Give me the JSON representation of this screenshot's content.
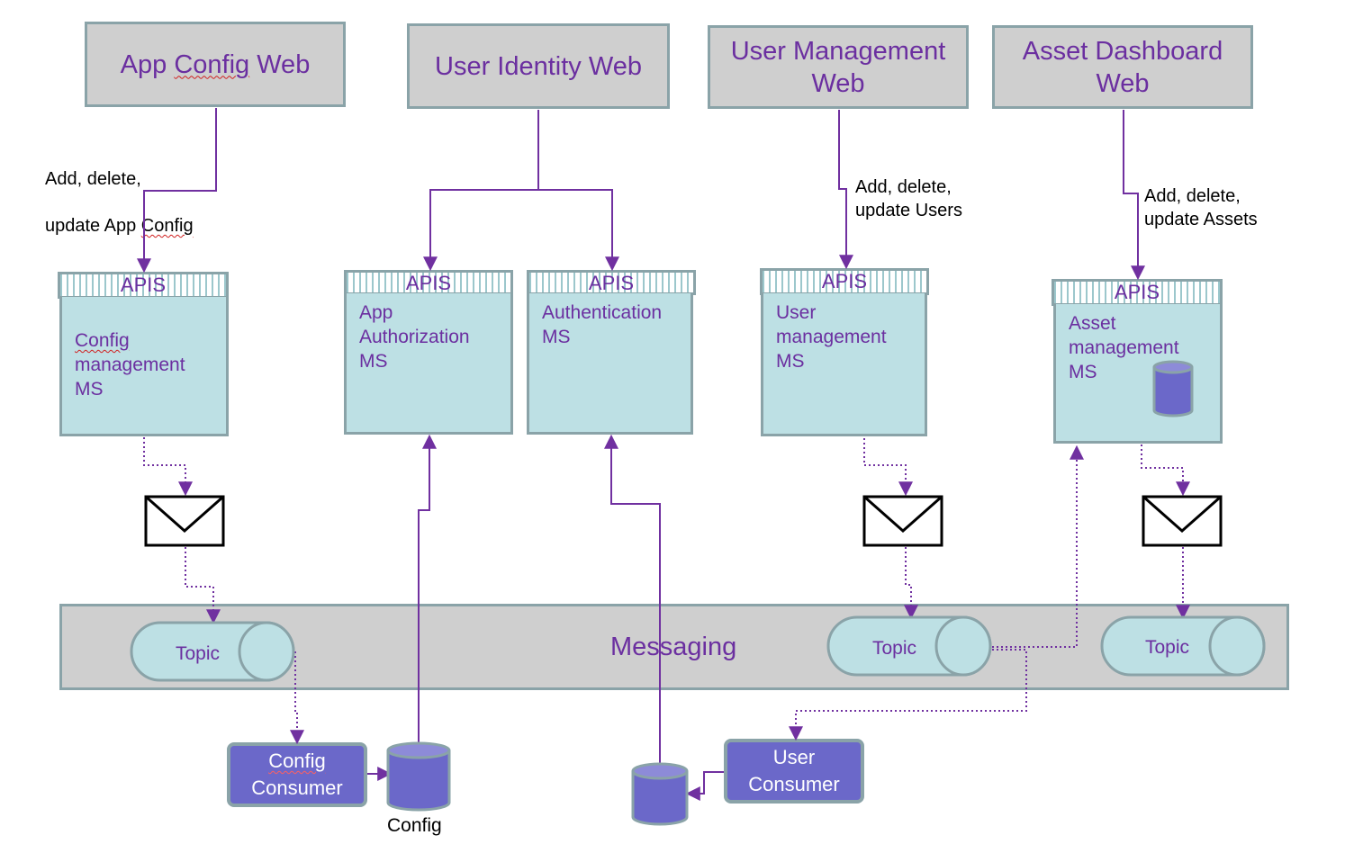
{
  "web_apps": {
    "app_config": "App Config Web",
    "user_identity": "User Identity Web",
    "user_management": "User Management\nWeb",
    "asset_dashboard": "Asset Dashboard\nWeb"
  },
  "notes": {
    "app_config_line1": "Add, delete,",
    "app_config_line2_pre": "update App ",
    "app_config_line2_word": "Config",
    "users": "Add, delete,\nupdate Users",
    "assets": "Add, delete,\nupdate Assets"
  },
  "apis_label": "APIS",
  "services": {
    "config_word": "Config",
    "config_rest": "management\nMS",
    "app_authorization": "App\nAuthorization\nMS",
    "authentication": "Authentication\nMS",
    "user_management": "User\nmanagement\nMS",
    "asset_management": "Asset\nmanagement\nMS"
  },
  "messaging": {
    "label": "Messaging",
    "topics": [
      "Topic",
      "Topic",
      "Topic"
    ]
  },
  "consumers": {
    "config_word": "Config",
    "config_rest": "Consumer",
    "user": "User\nConsumer"
  },
  "stores": {
    "config_label": "Config"
  },
  "colors": {
    "arrow": "#7030a0",
    "text_purple": "#6b2fa0",
    "box_gray": "#cfcfcf",
    "ms_teal": "#bde0e4",
    "border": "#8aa3a8",
    "db_blue": "#6b68c9"
  }
}
